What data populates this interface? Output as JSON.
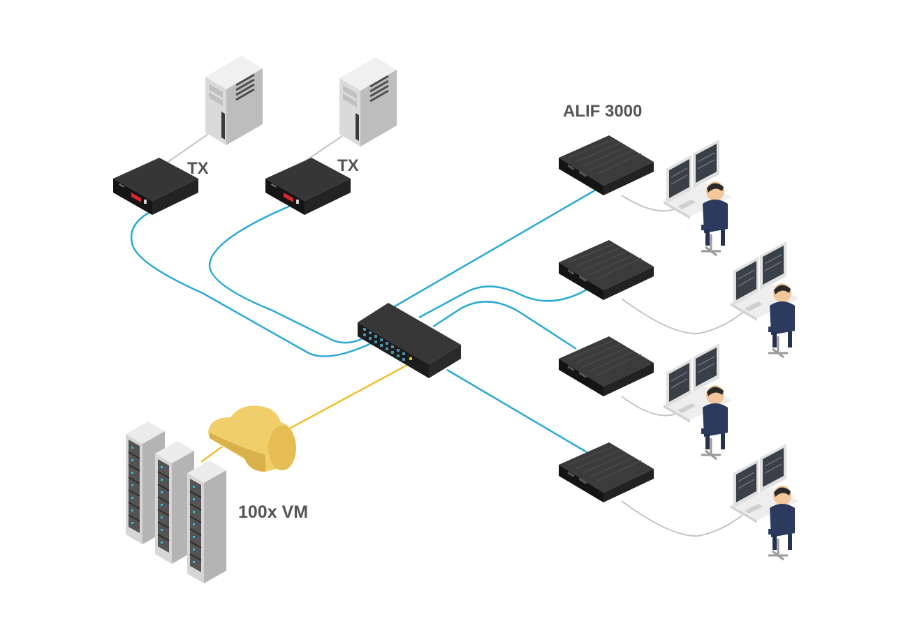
{
  "labels": {
    "tx_left": "TX",
    "tx_right": "TX",
    "receiver_model": "ALIF 3000",
    "virtual_machines": "100x VM"
  },
  "colors": {
    "network_link": "#29a9d6",
    "cloud_link": "#f0c030",
    "local_cable": "#c4c4c4",
    "cloud": "#efc85c",
    "device_dark": "#1c1c1c",
    "tower_light": "#dcdcdc",
    "label_text": "#555555"
  },
  "diagram": {
    "transmitters": 2,
    "receivers": 4,
    "workstations": 4,
    "server_racks": 3
  }
}
